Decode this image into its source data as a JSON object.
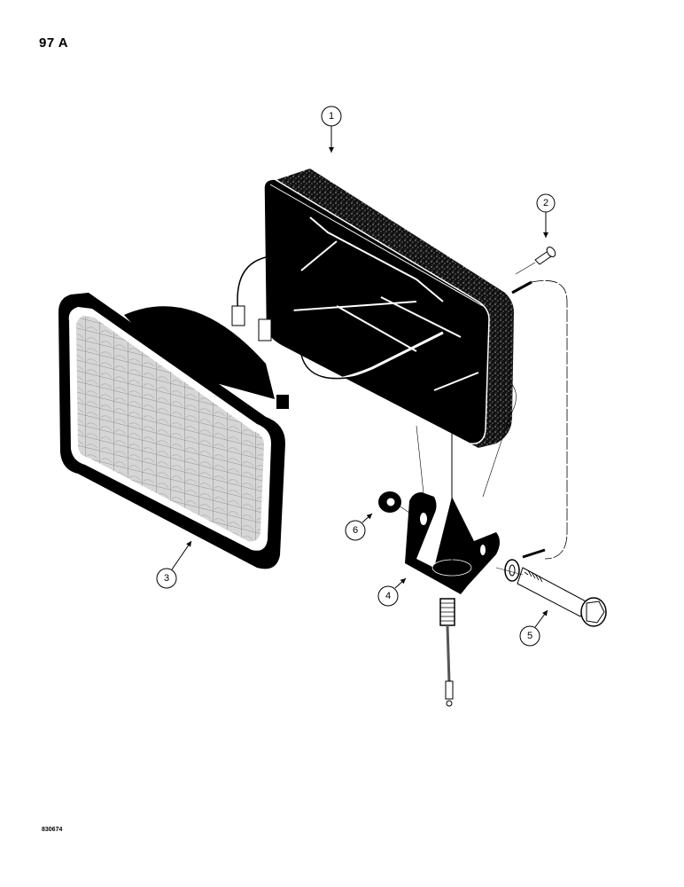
{
  "page": {
    "page_number": "97 A",
    "figure_number": "830674"
  },
  "diagram": {
    "type": "exploded-parts-view",
    "subject": "Flood lamp assembly",
    "colors": {
      "ink": "#000000",
      "paper": "#ffffff",
      "lens_gray": "#bdbdbd"
    },
    "callouts": [
      {
        "id": "1",
        "label": "1",
        "part": "lamp-housing"
      },
      {
        "id": "2",
        "label": "2",
        "part": "screw"
      },
      {
        "id": "3",
        "label": "3",
        "part": "sealed-beam-lamp"
      },
      {
        "id": "4",
        "label": "4",
        "part": "mounting-bracket"
      },
      {
        "id": "5",
        "label": "5",
        "part": "bolt"
      },
      {
        "id": "6",
        "label": "6",
        "part": "washer"
      }
    ]
  }
}
